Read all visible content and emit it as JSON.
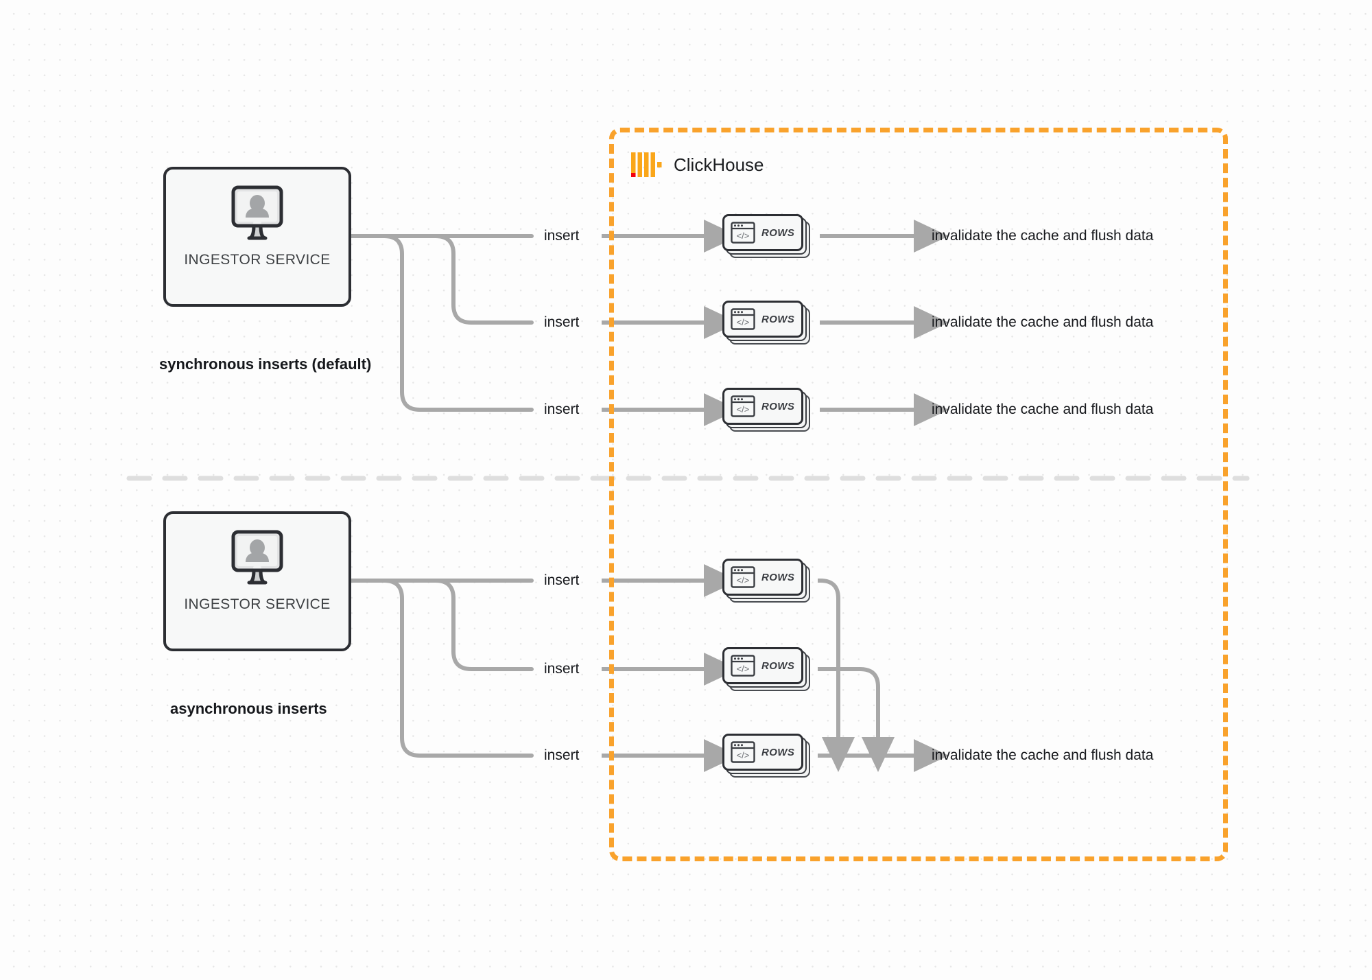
{
  "diagram": {
    "title": "ClickHouse synchronous vs asynchronous inserts",
    "background_color": "#fdfdfd",
    "grid_dot_color": "#e6e6e6"
  },
  "boundary": {
    "name": "ClickHouse",
    "brand_label": "ClickHouse",
    "border_color": "#f9a22c",
    "border_style": "dashed"
  },
  "divider": {
    "style": "dashed",
    "color": "#dcdcdc"
  },
  "sections": [
    {
      "id": "sync",
      "caption": "synchronous inserts (default)",
      "source": {
        "label": "INGESTOR SERVICE",
        "icon": "monitor-user-icon"
      },
      "rows": [
        {
          "insert_label": "insert",
          "node_label": "ROWS",
          "node_icon": "code-window-icon",
          "output_label": "invalidate the cache and flush data"
        },
        {
          "insert_label": "insert",
          "node_label": "ROWS",
          "node_icon": "code-window-icon",
          "output_label": "invalidate the cache and flush data"
        },
        {
          "insert_label": "insert",
          "node_label": "ROWS",
          "node_icon": "code-window-icon",
          "output_label": "invalidate the cache and flush data"
        }
      ]
    },
    {
      "id": "async",
      "caption": "asynchronous inserts",
      "source": {
        "label": "INGESTOR SERVICE",
        "icon": "monitor-user-icon"
      },
      "rows": [
        {
          "insert_label": "insert",
          "node_label": "ROWS",
          "node_icon": "code-window-icon",
          "output_label": ""
        },
        {
          "insert_label": "insert",
          "node_label": "ROWS",
          "node_icon": "code-window-icon",
          "output_label": ""
        },
        {
          "insert_label": "insert",
          "node_label": "ROWS",
          "node_icon": "code-window-icon",
          "output_label": "invalidate the cache and flush data"
        }
      ],
      "merged_output_label": "invalidate the cache and flush data"
    }
  ],
  "colors": {
    "connector": "#a8a8a8",
    "node_border": "#2c2e33",
    "node_fill": "#f7f8f8",
    "accent_orange": "#f9a22c",
    "accent_red": "#f4000c",
    "text": "#16181c"
  }
}
